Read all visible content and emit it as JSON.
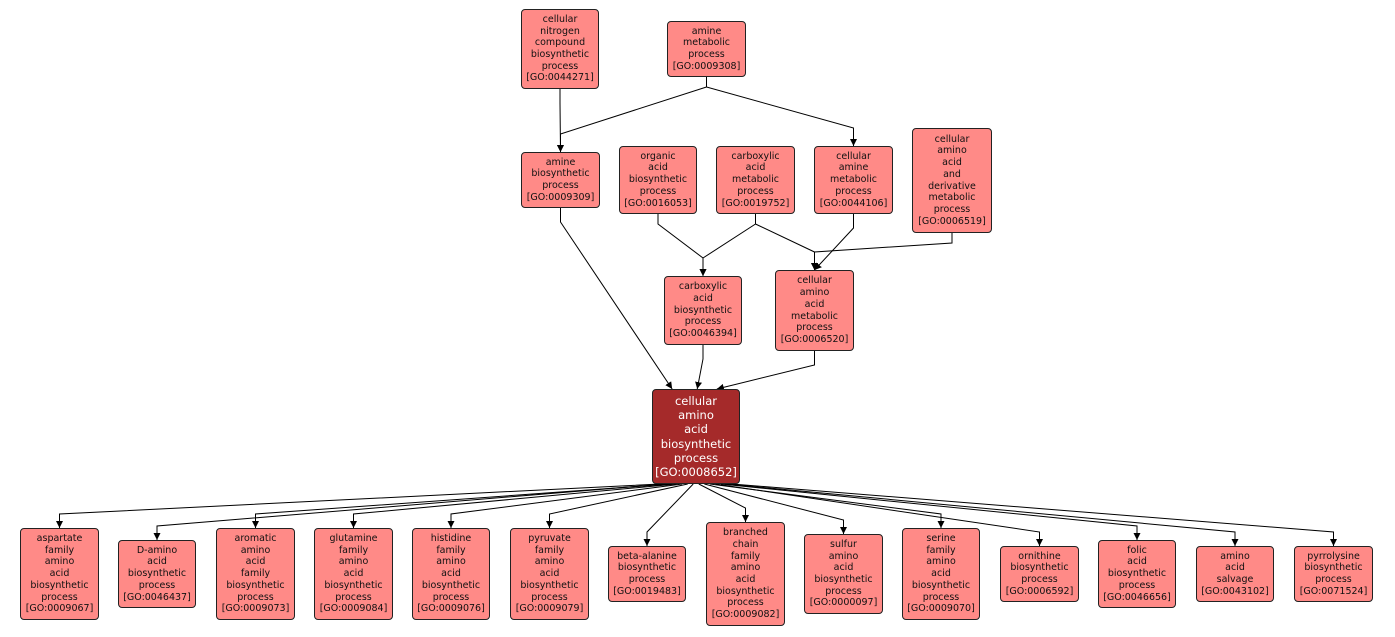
{
  "colors": {
    "node_fill": "#ff8a87",
    "main_fill": "#a52a2a",
    "edge": "#000000",
    "main_text": "#ffffff"
  },
  "nodes": {
    "n0044271": {
      "lines": [
        "cellular",
        "nitrogen",
        "compound",
        "biosynthetic",
        "process"
      ],
      "id": "[GO:0044271]"
    },
    "n0009308": {
      "lines": [
        "amine",
        "metabolic",
        "process"
      ],
      "id": "[GO:0009308]"
    },
    "n0009309": {
      "lines": [
        "amine",
        "biosynthetic",
        "process"
      ],
      "id": "[GO:0009309]"
    },
    "n0016053": {
      "lines": [
        "organic",
        "acid",
        "biosynthetic",
        "process"
      ],
      "id": "[GO:0016053]"
    },
    "n0019752": {
      "lines": [
        "carboxylic",
        "acid",
        "metabolic",
        "process"
      ],
      "id": "[GO:0019752]"
    },
    "n0044106": {
      "lines": [
        "cellular",
        "amine",
        "metabolic",
        "process"
      ],
      "id": "[GO:0044106]"
    },
    "n0006519": {
      "lines": [
        "cellular",
        "amino",
        "acid",
        "and",
        "derivative",
        "metabolic",
        "process"
      ],
      "id": "[GO:0006519]"
    },
    "n0046394": {
      "lines": [
        "carboxylic",
        "acid",
        "biosynthetic",
        "process"
      ],
      "id": "[GO:0046394]"
    },
    "n0006520": {
      "lines": [
        "cellular",
        "amino",
        "acid",
        "metabolic",
        "process"
      ],
      "id": "[GO:0006520]"
    },
    "n0008652": {
      "lines": [
        "cellular",
        "amino",
        "acid",
        "biosynthetic",
        "process"
      ],
      "id": "[GO:0008652]"
    },
    "n0009067": {
      "lines": [
        "aspartate",
        "family",
        "amino",
        "acid",
        "biosynthetic",
        "process"
      ],
      "id": "[GO:0009067]"
    },
    "n0046437": {
      "lines": [
        "D-amino",
        "acid",
        "biosynthetic",
        "process"
      ],
      "id": "[GO:0046437]"
    },
    "n0009073": {
      "lines": [
        "aromatic",
        "amino",
        "acid",
        "family",
        "biosynthetic",
        "process"
      ],
      "id": "[GO:0009073]"
    },
    "n0009084": {
      "lines": [
        "glutamine",
        "family",
        "amino",
        "acid",
        "biosynthetic",
        "process"
      ],
      "id": "[GO:0009084]"
    },
    "n0009076": {
      "lines": [
        "histidine",
        "family",
        "amino",
        "acid",
        "biosynthetic",
        "process"
      ],
      "id": "[GO:0009076]"
    },
    "n0009079": {
      "lines": [
        "pyruvate",
        "family",
        "amino",
        "acid",
        "biosynthetic",
        "process"
      ],
      "id": "[GO:0009079]"
    },
    "n0019483": {
      "lines": [
        "beta-alanine",
        "biosynthetic",
        "process"
      ],
      "id": "[GO:0019483]"
    },
    "n0009082": {
      "lines": [
        "branched",
        "chain",
        "family",
        "amino",
        "acid",
        "biosynthetic",
        "process"
      ],
      "id": "[GO:0009082]"
    },
    "n0000097": {
      "lines": [
        "sulfur",
        "amino",
        "acid",
        "biosynthetic",
        "process"
      ],
      "id": "[GO:0000097]"
    },
    "n0009070": {
      "lines": [
        "serine",
        "family",
        "amino",
        "acid",
        "biosynthetic",
        "process"
      ],
      "id": "[GO:0009070]"
    },
    "n0006592": {
      "lines": [
        "ornithine",
        "biosynthetic",
        "process"
      ],
      "id": "[GO:0006592]"
    },
    "n0046656": {
      "lines": [
        "folic",
        "acid",
        "biosynthetic",
        "process"
      ],
      "id": "[GO:0046656]"
    },
    "n0043102": {
      "lines": [
        "amino",
        "acid",
        "salvage"
      ],
      "id": "[GO:0043102]"
    },
    "n0071524": {
      "lines": [
        "pyrrolysine",
        "biosynthetic",
        "process"
      ],
      "id": "[GO:0071524]"
    }
  },
  "edges": [
    [
      "n0044271",
      "n0009309"
    ],
    [
      "n0009308",
      "n0009309"
    ],
    [
      "n0009308",
      "n0044106"
    ],
    [
      "n0016053",
      "n0046394"
    ],
    [
      "n0019752",
      "n0046394"
    ],
    [
      "n0019752",
      "n0006520"
    ],
    [
      "n0044106",
      "n0006520"
    ],
    [
      "n0006519",
      "n0006520"
    ],
    [
      "n0009309",
      "n0008652"
    ],
    [
      "n0046394",
      "n0008652"
    ],
    [
      "n0006520",
      "n0008652"
    ],
    [
      "n0008652",
      "n0009067"
    ],
    [
      "n0008652",
      "n0046437"
    ],
    [
      "n0008652",
      "n0009073"
    ],
    [
      "n0008652",
      "n0009084"
    ],
    [
      "n0008652",
      "n0009076"
    ],
    [
      "n0008652",
      "n0009079"
    ],
    [
      "n0008652",
      "n0019483"
    ],
    [
      "n0008652",
      "n0009082"
    ],
    [
      "n0008652",
      "n0000097"
    ],
    [
      "n0008652",
      "n0009070"
    ],
    [
      "n0008652",
      "n0006592"
    ],
    [
      "n0008652",
      "n0046656"
    ],
    [
      "n0008652",
      "n0043102"
    ],
    [
      "n0008652",
      "n0071524"
    ]
  ]
}
